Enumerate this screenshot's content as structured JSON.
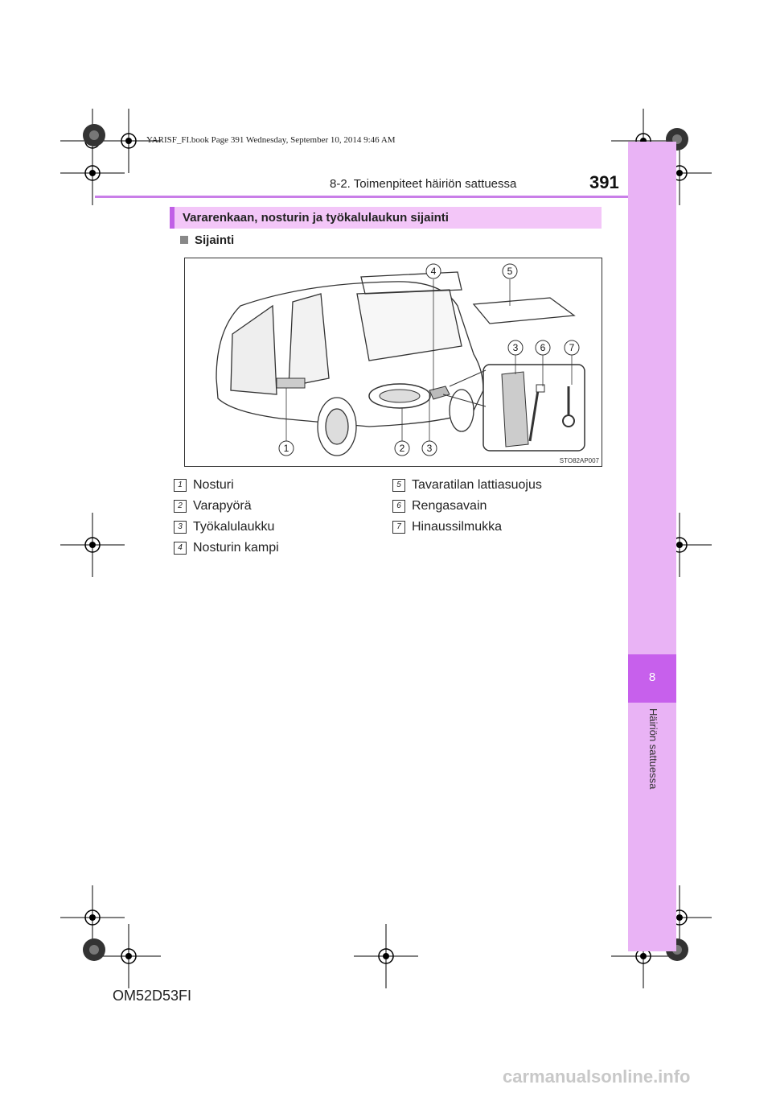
{
  "header": {
    "book_info": "YARISF_FI.book  Page 391  Wednesday, September 10, 2014  9:46 AM",
    "section_title": "8-2. Toimenpiteet häiriön sattuessa",
    "page_number": "391"
  },
  "side_tab": {
    "chapter_number": "8",
    "chapter_label": "Häiriön sattuessa"
  },
  "content": {
    "heading": "Vararenkaan, nosturin ja työkalulaukun sijainti",
    "subheading": "Sijainti",
    "figure": {
      "callouts": [
        "1",
        "2",
        "3",
        "4",
        "5",
        "3",
        "6",
        "7"
      ],
      "code": "STO82AP007"
    },
    "legend": [
      {
        "num": "1",
        "label": "Nosturi"
      },
      {
        "num": "2",
        "label": "Varapyörä"
      },
      {
        "num": "3",
        "label": "Työkalulaukku"
      },
      {
        "num": "4",
        "label": "Nosturin kampi"
      },
      {
        "num": "5",
        "label": "Tavaratilan lattiasuojus"
      },
      {
        "num": "6",
        "label": "Rengasavain"
      },
      {
        "num": "7",
        "label": "Hinaussilmukka"
      }
    ]
  },
  "footer": {
    "doc_code": "OM52D53FI",
    "watermark": "carmanualsonline.info"
  },
  "colors": {
    "accent": "#c97ee8",
    "tab": "#e9b3f5",
    "tab_dark": "#c760ec",
    "heading_bg": "#f3c6f8"
  }
}
